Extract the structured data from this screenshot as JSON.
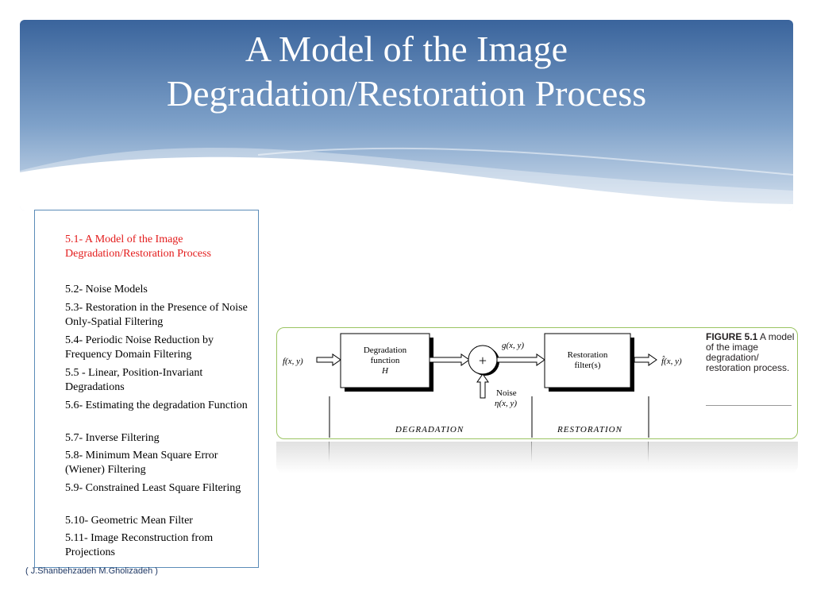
{
  "slide": {
    "title_line1": "A Model of the Image",
    "title_line2": "Degradation/Restoration Process",
    "credit": "( J.Shanbehzadeh    M.Gholizadeh )"
  },
  "toc": {
    "items": [
      {
        "label": "5.1- A Model of the Image Degradation/Restoration Process",
        "active": true
      },
      {
        "label": "5.2- Noise Models",
        "active": false
      },
      {
        "label": "5.3- Restoration in the Presence of Noise Only-Spatial Filtering",
        "active": false
      },
      {
        "label": "5.4- Periodic Noise Reduction by Frequency Domain Filtering",
        "active": false
      },
      {
        "label": "5.5 - Linear, Position-Invariant Degradations",
        "active": false
      },
      {
        "label": "5.6- Estimating the degradation Function",
        "active": false
      },
      {
        "label": "5.7- Inverse Filtering",
        "active": false
      },
      {
        "label": "5.8- Minimum Mean Square Error (Wiener) Filtering",
        "active": false
      },
      {
        "label": "5.9-  Constrained Least Square Filtering",
        "active": false
      },
      {
        "label": "5.10- Geometric Mean Filter",
        "active": false
      },
      {
        "label": "5.11- Image Reconstruction from Projections",
        "active": false
      }
    ],
    "active_color": "#e31b1b"
  },
  "figure": {
    "input_label": "f(x, y)",
    "degradation_box": [
      "Degradation",
      "function",
      "H"
    ],
    "sum_symbol": "+",
    "output_g_label": "g(x, y)",
    "noise_label": "Noise",
    "noise_symbol": "η(x, y)",
    "restoration_box": [
      "Restoration",
      "filter(s)"
    ],
    "output_label": "f̂(x, y)",
    "section_degradation": "DEGRADATION",
    "section_restoration": "RESTORATION",
    "caption_bold": "FIGURE 5.1",
    "caption_text": "A model of the image degradation/ restoration process."
  },
  "colors": {
    "banner_dark": "#3f6ba3",
    "banner_light": "#c9d9ea",
    "figure_border": "#9bc462",
    "toc_border": "#5b8cb8"
  }
}
